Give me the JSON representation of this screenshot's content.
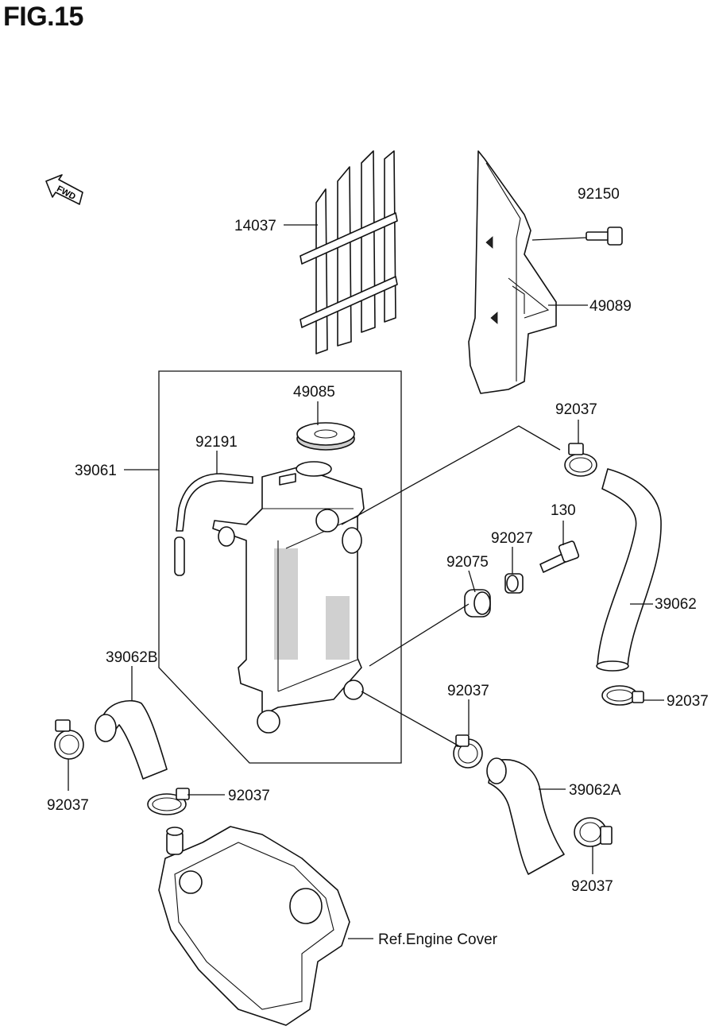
{
  "figure_title": "FIG.15",
  "direction_label": "FWD",
  "parts": [
    {
      "code": "14037"
    },
    {
      "code": "92150"
    },
    {
      "code": "49089"
    },
    {
      "code": "49085"
    },
    {
      "code": "92191"
    },
    {
      "code": "39061"
    },
    {
      "code": "92037"
    },
    {
      "code": "130"
    },
    {
      "code": "92027"
    },
    {
      "code": "92075"
    },
    {
      "code": "39062"
    },
    {
      "code": "39062B"
    },
    {
      "code": "92037"
    },
    {
      "code": "92037"
    },
    {
      "code": "92037"
    },
    {
      "code": "39062A"
    },
    {
      "code": "92037"
    },
    {
      "code": "92037"
    },
    {
      "code": "Ref.Engine Cover"
    }
  ]
}
